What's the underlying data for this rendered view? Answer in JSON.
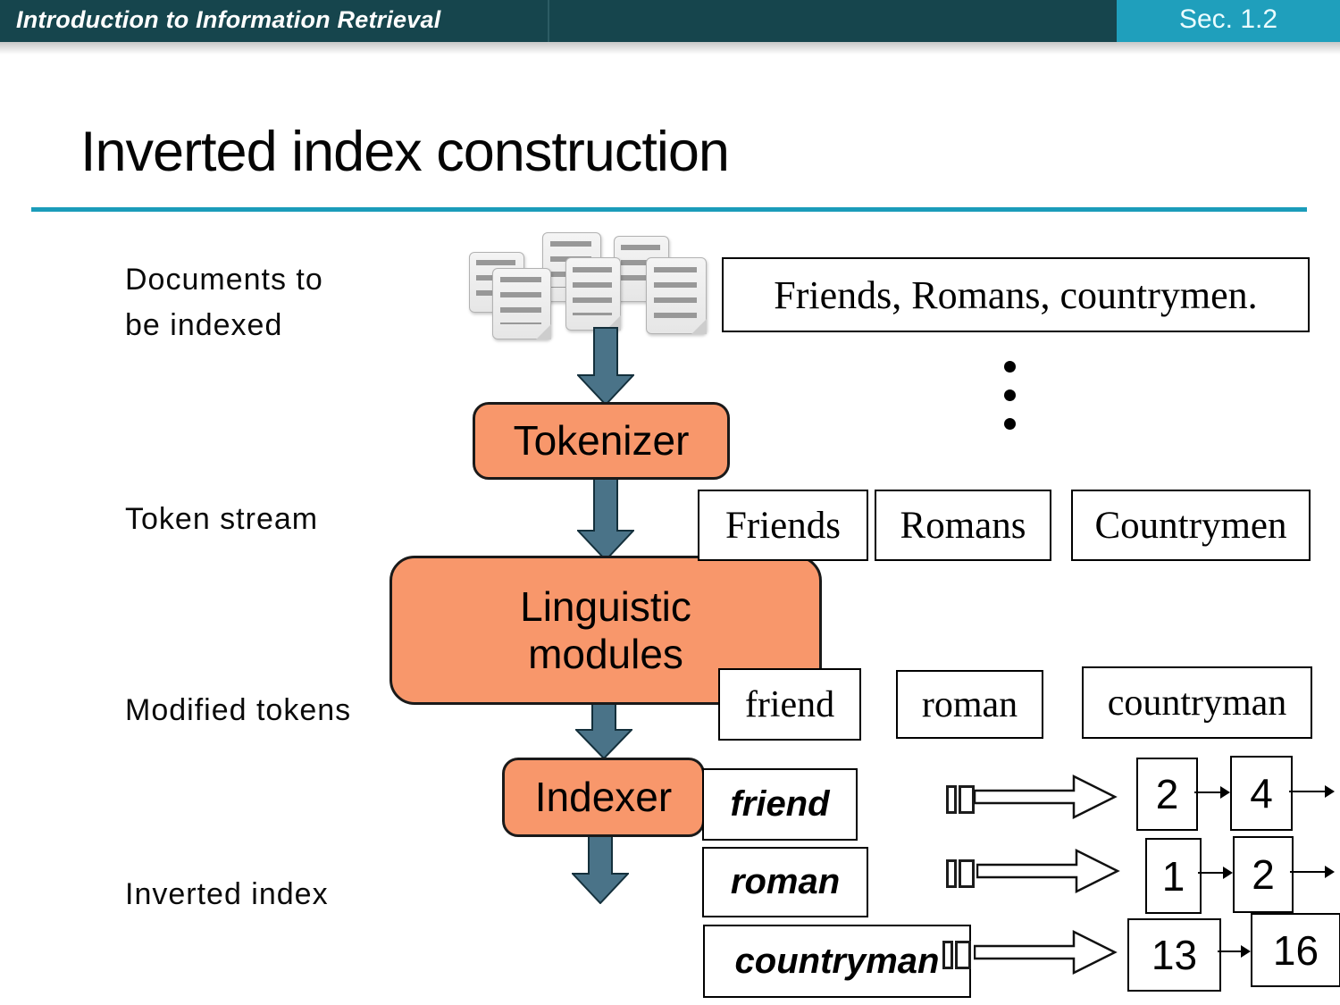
{
  "header": {
    "course_title": "Introduction to Information Retrieval",
    "section": "Sec. 1.2",
    "dark_teal": "#16454d",
    "light_teal": "#1f9fbc"
  },
  "slide": {
    "title": "Inverted index construction",
    "accent_color": "#1b9cba"
  },
  "labels": {
    "documents": "Documents to\nbe indexed",
    "token_stream": "Token stream",
    "modified_tokens": "Modified tokens",
    "inverted_index": "Inverted index"
  },
  "pipeline": {
    "tokenizer": "Tokenizer",
    "linguistic_modules": "Linguistic\nmodules",
    "indexer": "Indexer",
    "box_color": "#f8976b",
    "arrow_color": "#4a7388"
  },
  "sample": {
    "text": "Friends, Romans, countrymen."
  },
  "token_stream": [
    "Friends",
    "Romans",
    "Countrymen"
  ],
  "modified_tokens": [
    "friend",
    "roman",
    "countryman"
  ],
  "inverted_index": [
    {
      "term": "friend",
      "postings": [
        2,
        4
      ],
      "continues": true
    },
    {
      "term": "roman",
      "postings": [
        1,
        2
      ],
      "continues": true
    },
    {
      "term": "countryman",
      "postings": [
        13,
        16
      ],
      "continues": false
    }
  ]
}
